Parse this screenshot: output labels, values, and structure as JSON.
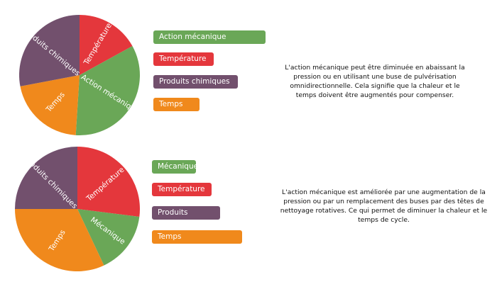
{
  "colors": {
    "mecanique": "#6aa757",
    "temperature": "#e4373c",
    "chimie": "#72506d",
    "temps": "#f0891c"
  },
  "diagrams": [
    {
      "chart_data": {
        "type": "pie",
        "slices": [
          {
            "label": "Température",
            "value": 17,
            "color": "#e4373c"
          },
          {
            "label": "Action mécanique",
            "value": 34,
            "color": "#6aa757"
          },
          {
            "label": "Temps",
            "value": 21,
            "color": "#f0891c"
          },
          {
            "label": "Produits chimiques",
            "value": 28,
            "color": "#72506d"
          }
        ]
      },
      "legend": [
        {
          "label": "Action mécanique",
          "level": 0.88,
          "color": "#6aa757"
        },
        {
          "label": "Température",
          "level": 0.47,
          "color": "#e4373c"
        },
        {
          "label": "Produits chimiques",
          "level": 0.66,
          "color": "#72506d"
        },
        {
          "label": "Temps",
          "level": 0.36,
          "color": "#f0891c"
        }
      ],
      "description": "L'action mécanique peut être diminuée en abaissant la pression ou en utilisant une buse de pulvérisation omnidirectionnelle. Cela signifie que la chaleur et le temps doivent être augmentés pour compenser."
    },
    {
      "chart_data": {
        "type": "pie",
        "slices": [
          {
            "label": "Température",
            "value": 27,
            "color": "#e4373c"
          },
          {
            "label": "Mécanique",
            "value": 16,
            "color": "#6aa757"
          },
          {
            "label": "Temps",
            "value": 32,
            "color": "#f0891c"
          },
          {
            "label": "Produits chimiques",
            "value": 25,
            "color": "#72506d"
          }
        ]
      },
      "legend": [
        {
          "label": "Mécanique",
          "level": 0.36,
          "color": "#6aa757"
        },
        {
          "label": "Température",
          "level": 0.49,
          "color": "#e4373c"
        },
        {
          "label": "Produits chimiques",
          "level": 0.56,
          "color": "#72506d"
        },
        {
          "label": "Temps",
          "level": 0.74,
          "color": "#f0891c"
        }
      ],
      "description": "L'action mécanique est améliorée par une augmentation de la pression ou par un remplacement des buses par des têtes de nettoyage rotatives. Ce qui permet de diminuer la chaleur et le temps de cycle."
    }
  ]
}
